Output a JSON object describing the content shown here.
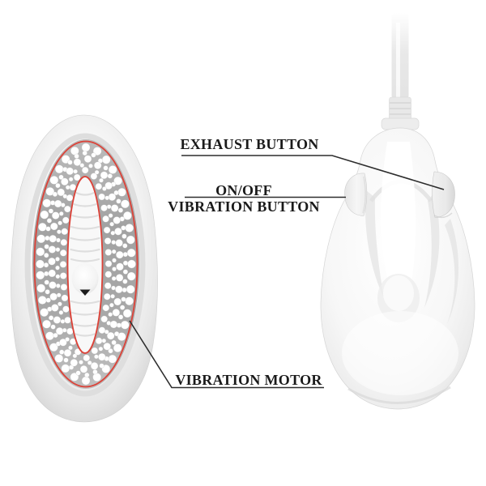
{
  "figure": {
    "kind": "product annotation diagram",
    "views": [
      "suction-pod-open-view",
      "pump-bulb-with-tube"
    ]
  },
  "colors": {
    "background": "#ffffff",
    "text": "#1a1a1a",
    "leader_line": "#2d2d2d",
    "accent_red": "#dc4238",
    "pod_gray": "#a8a8a8"
  },
  "annotations": [
    {
      "id": "exhaust-button",
      "lines": [
        "EXHAUST BUTTON"
      ]
    },
    {
      "id": "on-off-vibration-button",
      "lines": [
        "ON/OFF",
        "VIBRATION BUTTON"
      ]
    },
    {
      "id": "vibration-motor",
      "lines": [
        "VIBRATION MOTOR"
      ]
    }
  ]
}
